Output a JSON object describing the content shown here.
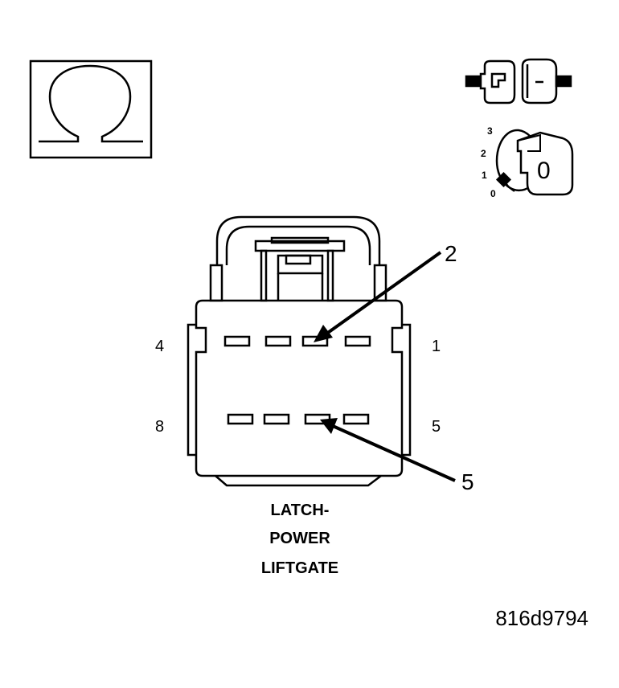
{
  "connector": {
    "name_lines": [
      "LATCH-",
      "POWER",
      "LIFTGATE"
    ],
    "pin_labels": {
      "top_left": "4",
      "top_right": "1",
      "bottom_left": "8",
      "bottom_right": "5"
    }
  },
  "callouts": {
    "upper": "2",
    "lower": "5"
  },
  "ignition_key": {
    "positions": [
      "3",
      "2",
      "1",
      "0"
    ],
    "selected_position": "0"
  },
  "meter_icon": "ohm-symbol-icon",
  "connector_disconnect_icon": "disconnected-connector-icon",
  "figure_code": "816d9794"
}
